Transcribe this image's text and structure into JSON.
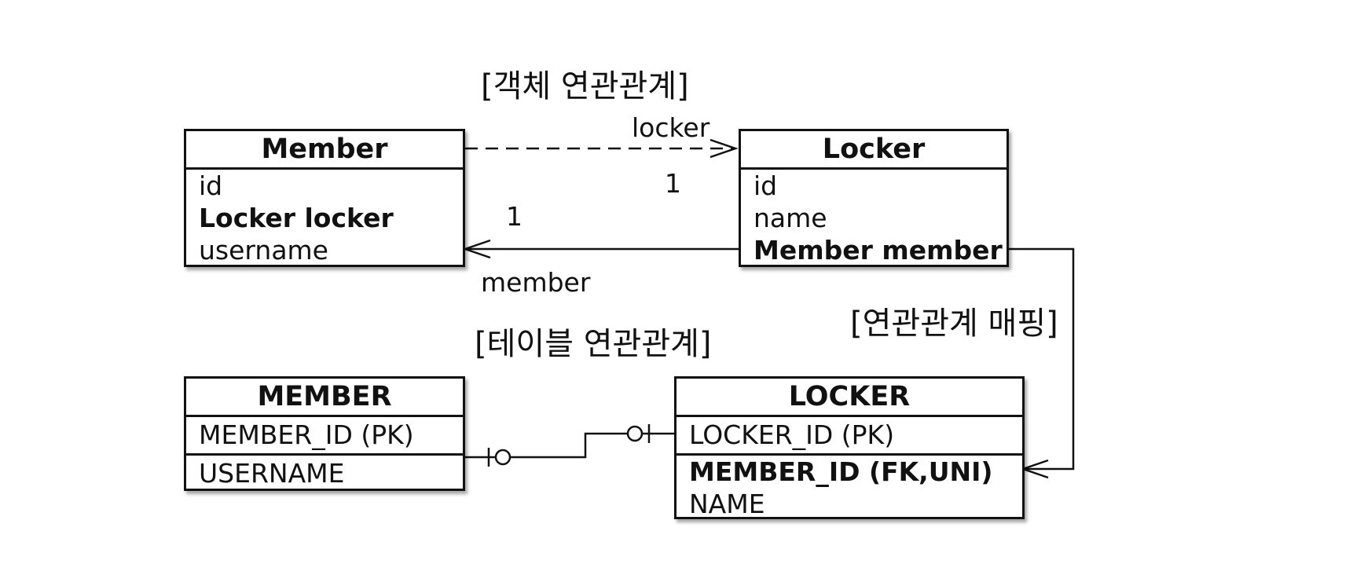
{
  "titles": {
    "object_relation": "[객체 연관관계]",
    "mapping": "[연관관계 매핑]",
    "table_relation": "[테이블 연관관계]"
  },
  "object_model": {
    "member": {
      "name": "Member",
      "fields": [
        "id",
        "Locker locker",
        "username"
      ]
    },
    "locker": {
      "name": "Locker",
      "fields": [
        "id",
        "name",
        "Member member"
      ]
    },
    "assoc_locker": {
      "role": "locker",
      "multiplicity": "1"
    },
    "assoc_member": {
      "role": "member",
      "multiplicity": "1"
    }
  },
  "table_model": {
    "member": {
      "name": "MEMBER",
      "pk": "MEMBER_ID (PK)",
      "columns": [
        "USERNAME"
      ]
    },
    "locker": {
      "name": "LOCKER",
      "pk": "LOCKER_ID (PK)",
      "columns": [
        "MEMBER_ID (FK,UNI)",
        "NAME"
      ]
    }
  }
}
